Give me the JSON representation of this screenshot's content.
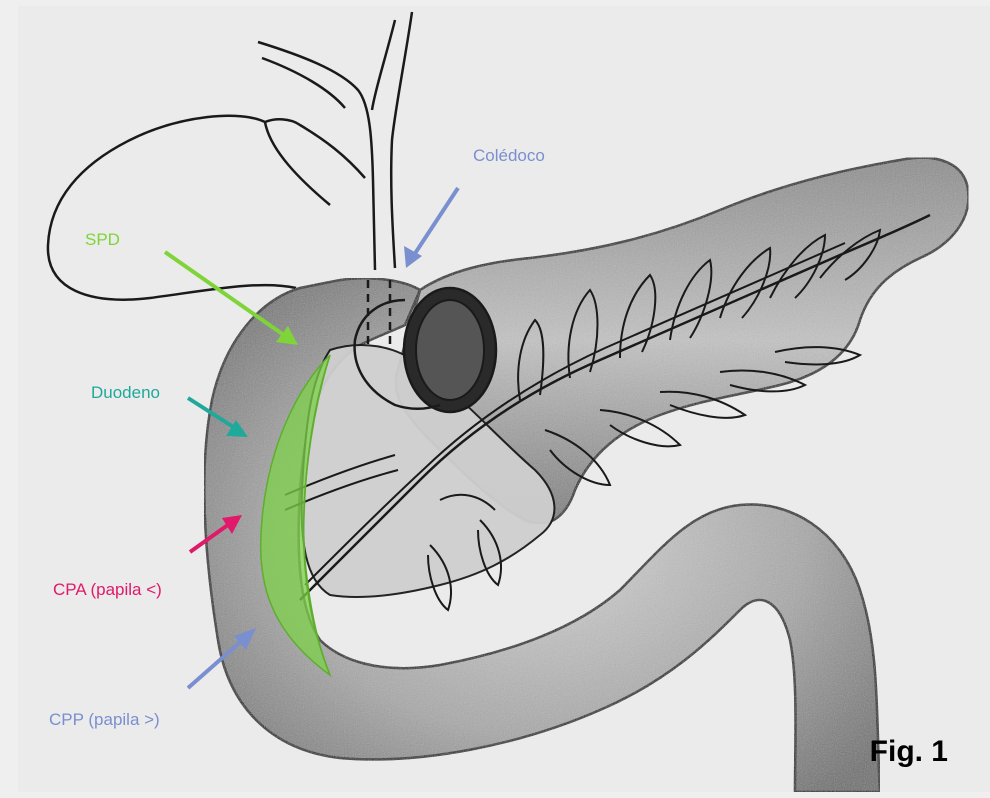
{
  "labels": {
    "coledoco": {
      "text": "Colédoco",
      "color": "#7a8fd0"
    },
    "spd": {
      "text": "SPD",
      "color": "#7fd43a"
    },
    "duodeno": {
      "text": "Duodeno",
      "color": "#1fa99a"
    },
    "cpa": {
      "text": "CPA (papila <)",
      "color": "#e0196a"
    },
    "cpp": {
      "text": "CPP (papila >)",
      "color": "#7a8fd0"
    }
  },
  "figure": {
    "label": "Fig. 1"
  },
  "colors": {
    "paper": "#ebebeb",
    "shading": "#7a7a7a",
    "outline": "#1a1a1a",
    "spd_fill": "#7ed04a"
  }
}
